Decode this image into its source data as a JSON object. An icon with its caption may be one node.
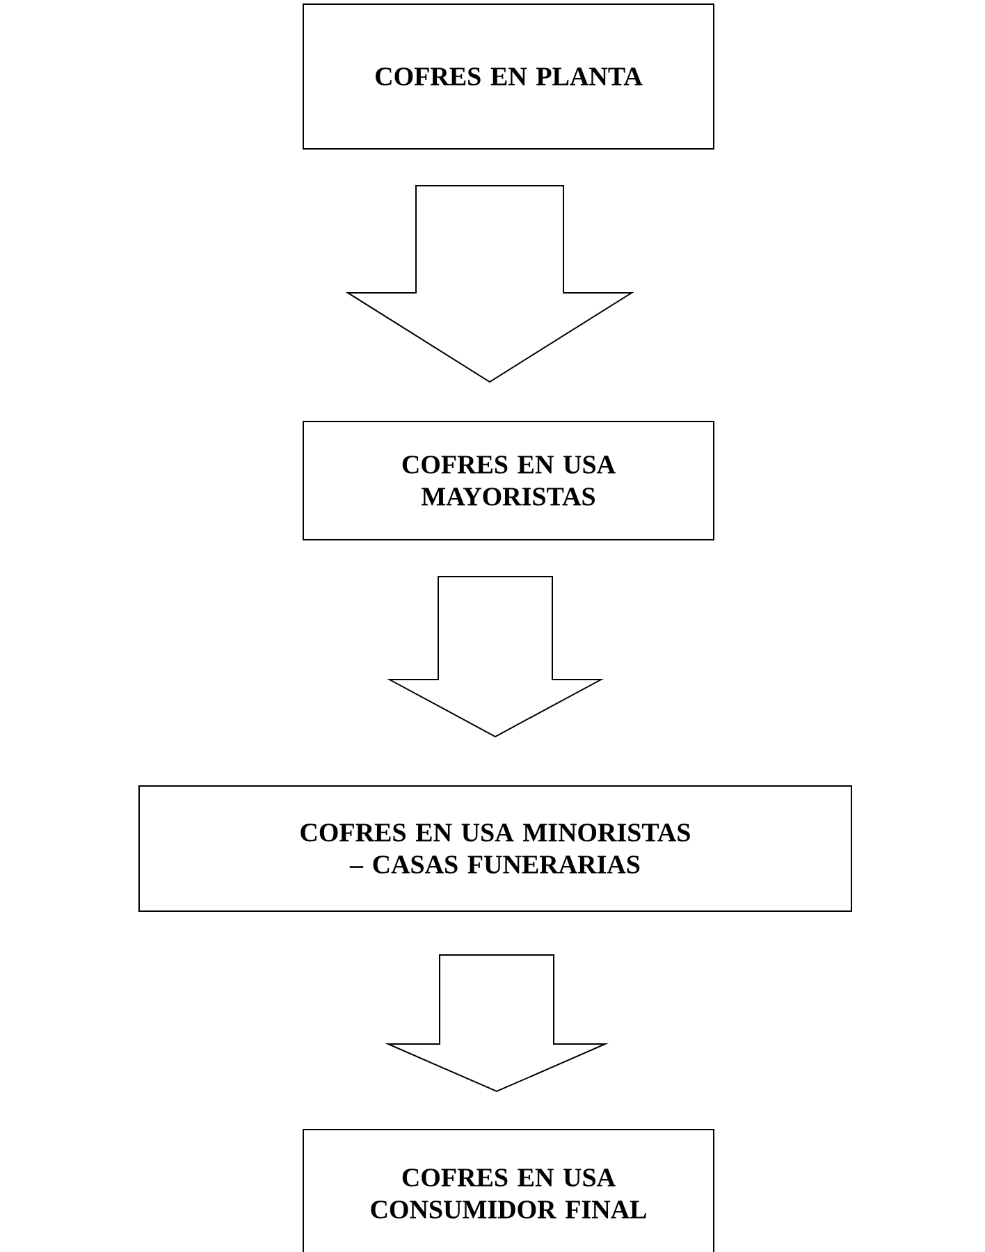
{
  "diagram": {
    "nodes": [
      {
        "text": [
          "COFRES EN PLANTA"
        ]
      },
      {
        "text": [
          "COFRES EN USA MAYORISTAS"
        ]
      },
      {
        "text": [
          "COFRES EN USA MINORISTAS – CASAS FUNERARIAS"
        ]
      },
      {
        "text": [
          "COFRES EN USA CONSUMIDOR FINAL"
        ]
      }
    ],
    "edges": [
      {
        "from": 0,
        "to": 1,
        "arrow": "to"
      },
      {
        "from": 1,
        "to": 2,
        "arrow": "to"
      },
      {
        "from": 2,
        "to": 3,
        "arrow": "to"
      }
    ]
  }
}
